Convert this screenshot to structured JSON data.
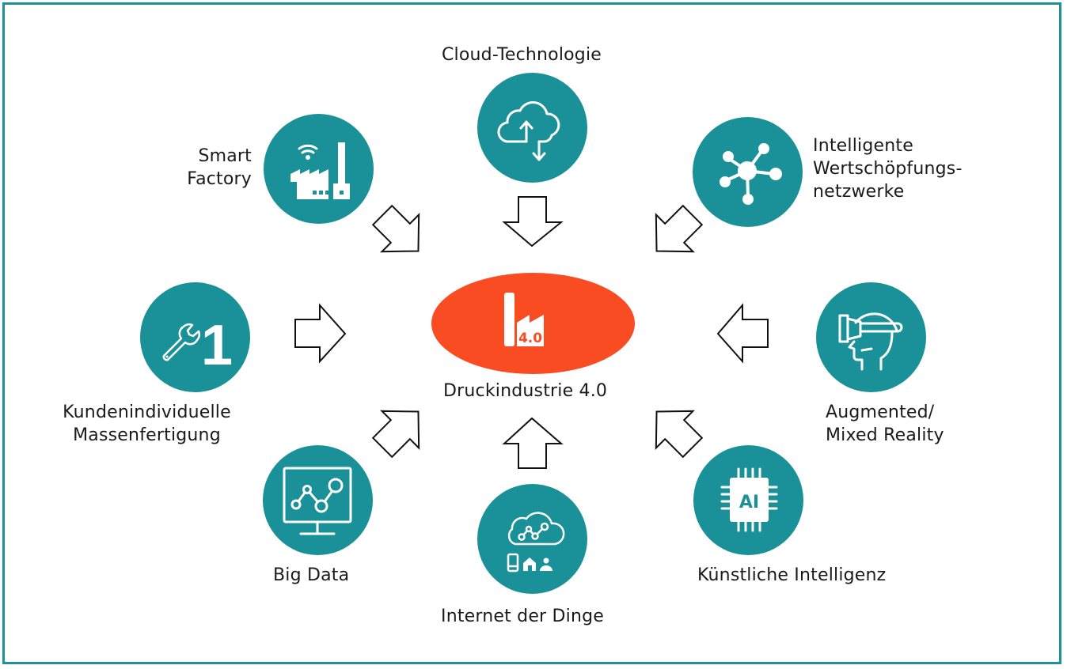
{
  "diagram": {
    "center": {
      "label": "Druckindustrie 4.0",
      "icon": "factory-4.0-icon",
      "icon_text": "4.0",
      "color": "#f94c22"
    },
    "node_color": "#1a9199",
    "border_color": "#1f9299",
    "nodes": [
      {
        "id": "cloud",
        "label": "Cloud-Technologie",
        "icon": "cloud-upload-download-icon"
      },
      {
        "id": "smart-factory",
        "label_lines": [
          "Smart",
          "Factory"
        ],
        "icon": "smart-factory-icon"
      },
      {
        "id": "value-networks",
        "label_lines": [
          "Intelligente",
          "Wertschöpfungs-",
          "netzwerke"
        ],
        "icon": "network-hub-icon"
      },
      {
        "id": "mass-customization",
        "label_lines": [
          "Kundenindividuelle",
          "Massenfertigung"
        ],
        "icon": "wrench-one-icon",
        "icon_text": "1"
      },
      {
        "id": "ar-mr",
        "label_lines": [
          "Augmented/",
          "Mixed Reality"
        ],
        "icon": "vr-headset-icon"
      },
      {
        "id": "big-data",
        "label": "Big Data",
        "icon": "monitor-chart-icon"
      },
      {
        "id": "iot",
        "label": "Internet der Dinge",
        "icon": "iot-cloud-devices-icon"
      },
      {
        "id": "ai",
        "label": "Künstliche Intelligenz",
        "icon": "ai-chip-icon",
        "icon_text": "AI"
      }
    ],
    "arrows": [
      {
        "from": "cloud",
        "direction": "down"
      },
      {
        "from": "smart-factory",
        "direction": "down-right"
      },
      {
        "from": "value-networks",
        "direction": "down-left"
      },
      {
        "from": "mass-customization",
        "direction": "right"
      },
      {
        "from": "ar-mr",
        "direction": "left"
      },
      {
        "from": "big-data",
        "direction": "up-right"
      },
      {
        "from": "iot",
        "direction": "up"
      },
      {
        "from": "ai",
        "direction": "up-left"
      }
    ]
  }
}
